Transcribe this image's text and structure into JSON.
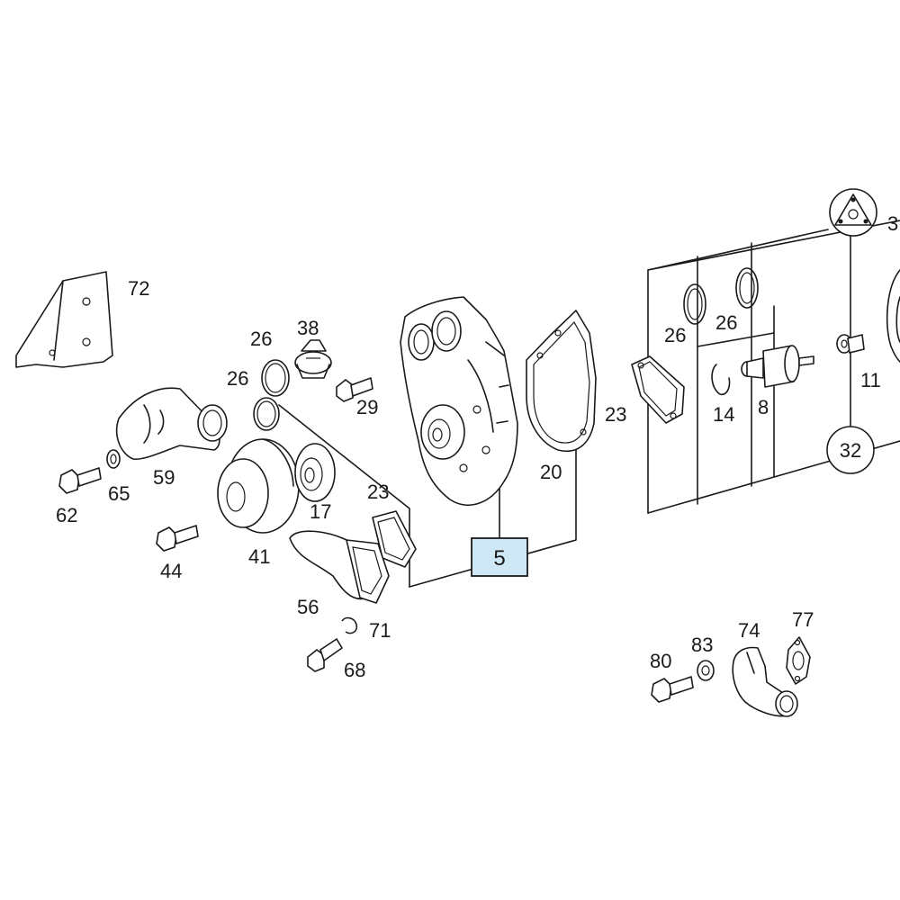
{
  "diagram": {
    "highlighted_part": "5",
    "labels": {
      "p72": "72",
      "p26a": "26",
      "p38": "38",
      "p26b": "26",
      "p29": "29",
      "p59": "59",
      "p65": "65",
      "p62": "62",
      "p41": "41",
      "p17": "17",
      "p44": "44",
      "p23a": "23",
      "p56": "56",
      "p71": "71",
      "p68": "68",
      "p20": "20",
      "p23b": "23",
      "p26c": "26",
      "p26d": "26",
      "p14": "14",
      "p8": "8",
      "p11": "11",
      "p32": "32",
      "p3x": "3",
      "p80": "80",
      "p83": "83",
      "p74": "74",
      "p77": "77"
    }
  }
}
